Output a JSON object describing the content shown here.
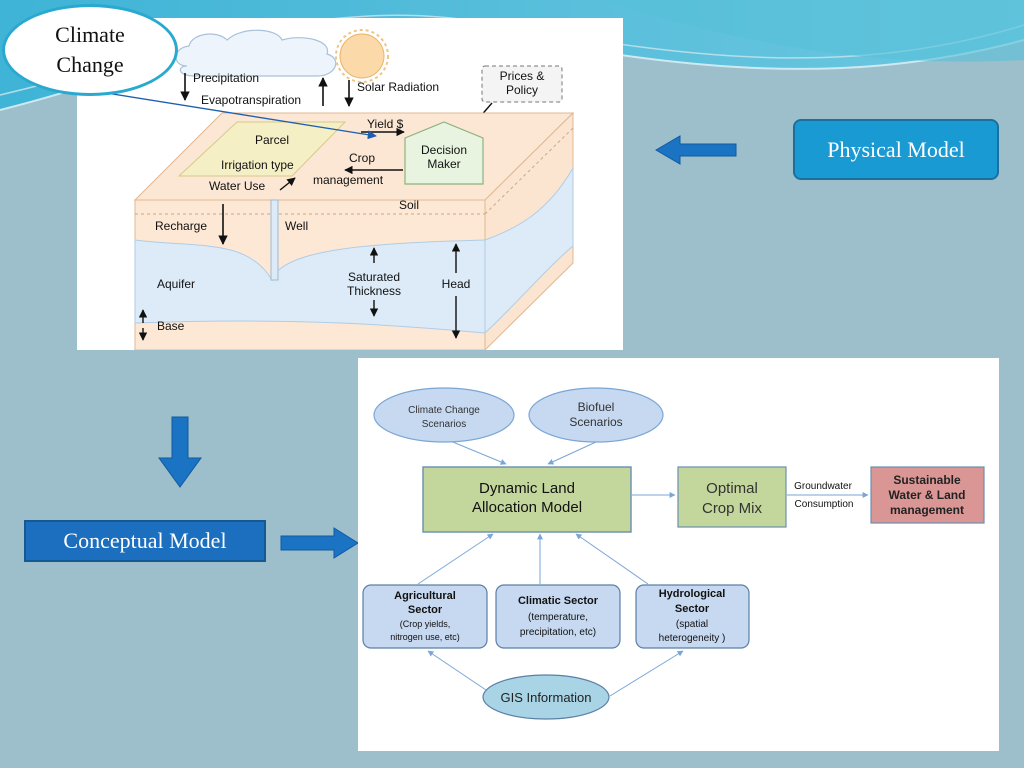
{
  "callout": {
    "line1": "Climate",
    "line2": "Change"
  },
  "physical_model_label": "Physical Model",
  "conceptual_model_label": "Conceptual Model",
  "physical": {
    "precipitation": "Precipitation",
    "evapotranspiration": "Evapotranspiration",
    "solar_radiation": "Solar Radiation",
    "prices_line1": "Prices &",
    "prices_line2": "Policy",
    "yield": "Yield $",
    "parcel": "Parcel",
    "irrigation": "Irrigation type",
    "water_use": "Water Use",
    "crop": "Crop",
    "management": "management",
    "decision_line1": "Decision",
    "decision_line2": "Maker",
    "soil": "Soil",
    "recharge": "Recharge",
    "well": "Well",
    "aquifer": "Aquifer",
    "saturated": "Saturated",
    "thickness": "Thickness",
    "head": "Head",
    "base": "Base"
  },
  "conceptual": {
    "cc_line1": "Climate Change",
    "cc_line2": "Scenarios",
    "bio_line1": "Biofuel",
    "bio_line2": "Scenarios",
    "dlam_line1": "Dynamic  Land",
    "dlam_line2": "Allocation Model",
    "ocm_line1": "Optimal",
    "ocm_line2": "Crop Mix",
    "gw_line1": "Groundwater",
    "gw_line2": "Consumption",
    "swlm_line1": "Sustainable",
    "swlm_line2": "Water & Land",
    "swlm_line3": "management",
    "ag_title1": "Agricultural",
    "ag_title2": "Sector",
    "ag_sub1": "(Crop yields,",
    "ag_sub2": "nitrogen use, etc)",
    "cl_title": "Climatic Sector",
    "cl_sub1": "(temperature,",
    "cl_sub2": "precipitation, etc)",
    "hy_title1": "Hydrological",
    "hy_title2": "Sector",
    "hy_sub1": "(spatial",
    "hy_sub2": "heterogeneity  )",
    "gis": "GIS Information"
  },
  "colors": {
    "background": "#9dbfcb",
    "button_light": "#1a9ad2",
    "button_dark": "#1b6fbe",
    "arrow_blue": "#1b73c4",
    "dlam_fill": "#c3d69b",
    "swlm_fill": "#d99694",
    "sector_fill": "#c6d9f1",
    "ellipse_fill": "#c6d9f1"
  }
}
